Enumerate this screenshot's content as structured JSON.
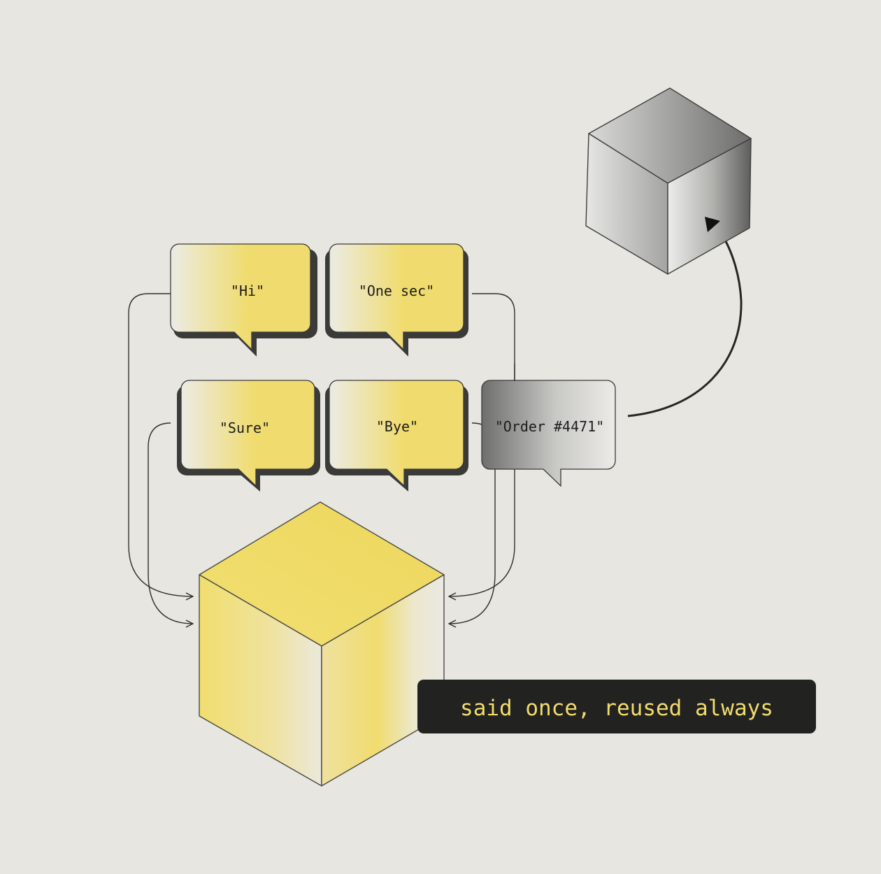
{
  "bubbles": {
    "hi": "\"Hi\"",
    "one_sec": "\"One sec\"",
    "sure": "\"Sure\"",
    "bye": "\"Bye\"",
    "order": "\"Order #4471\""
  },
  "caption": "said once, reused always",
  "colors": {
    "background": "#e8e6e1",
    "accent_yellow": "#f0dc6a",
    "caption_bg": "#222220",
    "caption_text": "#f1dc6e",
    "outline": "#3a3a38"
  },
  "icons": {
    "shared_cube": "yellow-cube-icon",
    "unique_cube": "gray-cube-icon",
    "play_marker": "play-triangle-icon"
  }
}
